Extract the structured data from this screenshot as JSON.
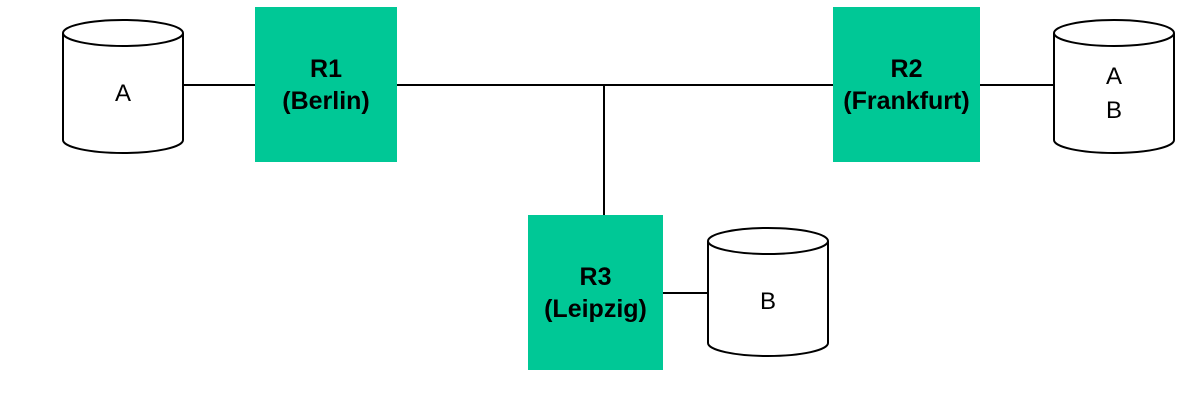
{
  "colors": {
    "router_fill": "#00c896",
    "line": "#000000",
    "db_fill": "#ffffff"
  },
  "routers": [
    {
      "id": "R1",
      "name": "R1",
      "location": "(Berlin)"
    },
    {
      "id": "R2",
      "name": "R2",
      "location": "(Frankfurt)"
    },
    {
      "id": "R3",
      "name": "R3",
      "location": "(Leipzig)"
    }
  ],
  "databases": [
    {
      "attached_to": "R1",
      "labels": [
        "A"
      ]
    },
    {
      "attached_to": "R2",
      "labels": [
        "A",
        "B"
      ]
    },
    {
      "attached_to": "R3",
      "labels": [
        "B"
      ]
    }
  ],
  "icons": {
    "router": "router-box",
    "database": "database-cylinder-icon"
  }
}
